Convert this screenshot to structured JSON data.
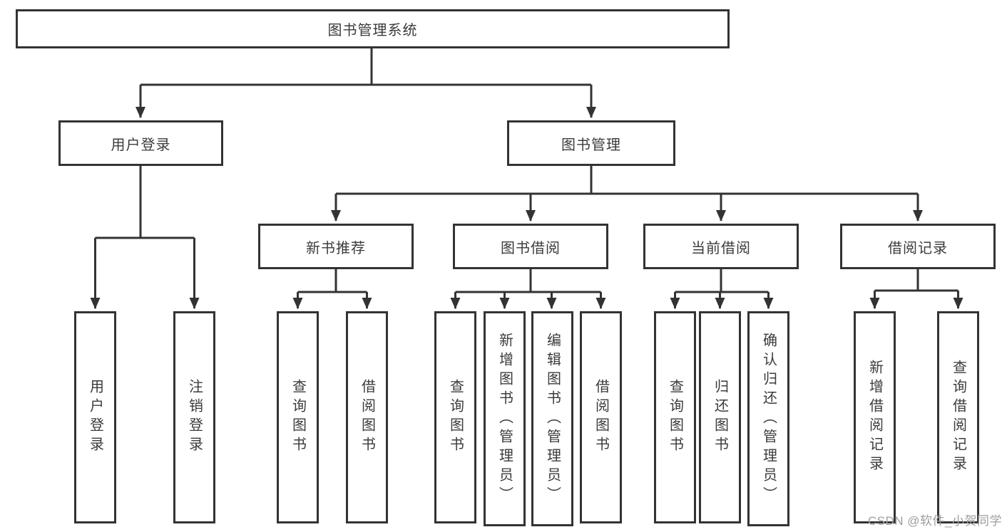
{
  "tree": {
    "root": {
      "label": "图书管理系统"
    },
    "level2": [
      {
        "label": "用户登录"
      },
      {
        "label": "图书管理"
      }
    ],
    "level3": [
      {
        "label": "新书推荐"
      },
      {
        "label": "图书借阅"
      },
      {
        "label": "当前借阅"
      },
      {
        "label": "借阅记录"
      }
    ],
    "leaves": {
      "user_login": [
        {
          "label": "用户登录"
        },
        {
          "label": "注销登录"
        }
      ],
      "new_books": [
        {
          "label": "查询图书"
        },
        {
          "label": "借阅图书"
        }
      ],
      "book_borrow": [
        {
          "label": "查询图书"
        },
        {
          "label": "新增图书（管理员）"
        },
        {
          "label": "编辑图书（管理员）"
        },
        {
          "label": "借阅图书"
        }
      ],
      "current_borrow": [
        {
          "label": "查询图书"
        },
        {
          "label": "归还图书"
        },
        {
          "label": "确认归还（管理员）"
        }
      ],
      "borrow_records": [
        {
          "label": "新增借阅记录"
        },
        {
          "label": "查询借阅记录"
        }
      ]
    }
  },
  "watermark": "CSDN @软件_小贺同学",
  "colors": {
    "line": "#333333",
    "box_border": "#333333",
    "text": "#3b3b3b",
    "watermark": "#9e9e9e",
    "background": "#ffffff"
  }
}
